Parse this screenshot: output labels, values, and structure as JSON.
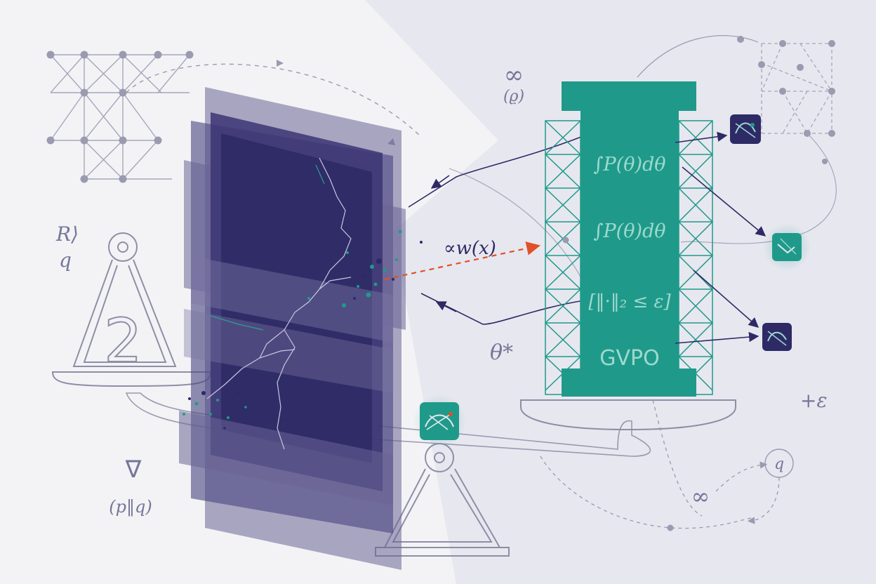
{
  "colors": {
    "background": "#e7e7ef",
    "light_wedge": "#f3f3f6",
    "navy": "#2e2a66",
    "slab": "#3b3573",
    "slab_light": "#6a6596",
    "teal": "#1f9a8a",
    "teal_light": "#9ed9ce",
    "line_gray": "#9a9ab0",
    "label_gray": "#76769a",
    "accent_orange": "#e0502a"
  },
  "labels": {
    "top_infinity": "∞",
    "top_rho": "(ϱ)",
    "r_label": "R⟩",
    "q_label": "q",
    "weight_number": "2",
    "nabla": "∇",
    "divergence": "(p‖q)",
    "proportional": "∝w(x)",
    "theta_star": "θ*",
    "plus_epsilon": "+ε",
    "bottom_q": "q",
    "bottom_infinity": "∞"
  },
  "pillar": {
    "integral_1": "∫P(θ)dθ",
    "integral_2": "∫P(θ)dθ",
    "norm_constraint": "[‖·‖₂ ≤ ε]",
    "method_name": "GVPO"
  },
  "icons": [
    "curve-chart-icon",
    "descending-trend-icon",
    "curve-chart-icon",
    "balance-curve-icon"
  ]
}
